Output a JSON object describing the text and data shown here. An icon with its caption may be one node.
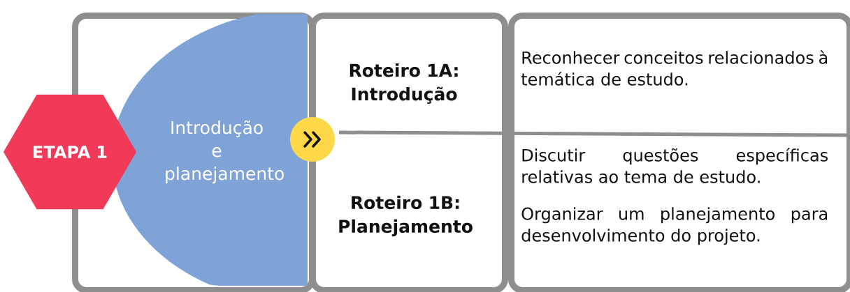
{
  "diagram": {
    "nodes": [
      {
        "text": [
          "ETAPA 1"
        ]
      },
      {
        "text": [],
        "shape": "box"
      },
      {
        "text": [
          "Introdução e planejamento"
        ],
        "in": 1
      },
      {
        "text": [],
        "shape": "box"
      },
      {
        "text": [
          "Roteiro 1A: Introdução"
        ],
        "in": 3
      },
      {
        "text": [
          "Roteiro 1B: Planejamento"
        ],
        "in": 3
      },
      {
        "text": [],
        "shape": "box"
      },
      {
        "text": [
          "Reconhecer conceitos relacionados à temática de estudo."
        ],
        "in": 6
      },
      {
        "text": [
          "Discutir questões específicas relativas ao tema de estudo.",
          "Organizar um planejamento para desenvolvimento do projeto."
        ],
        "in": 6
      },
      {
        "text": [],
        "shape": "circle"
      }
    ]
  }
}
